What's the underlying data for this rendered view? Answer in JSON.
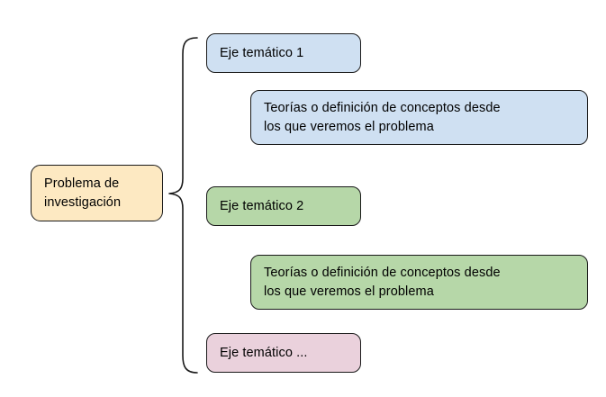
{
  "diagram": {
    "type": "bracket-tree",
    "background_color": "#ffffff",
    "root": {
      "label": "Problema de\ninvestigación",
      "fill_color": "#fde9c2",
      "stroke_color": "#1a1a1a"
    },
    "connector": {
      "style": "curly-brace",
      "stroke_color": "#1a1a1a"
    },
    "branches": [
      {
        "label": "Eje temático 1",
        "fill_color": "#cfe0f2",
        "stroke_color": "#1a1a1a",
        "description": {
          "label": "Teorías o definición de conceptos desde\nlos que veremos el problema",
          "fill_color": "#cfe0f2",
          "stroke_color": "#1a1a1a"
        }
      },
      {
        "label": "Eje temático 2",
        "fill_color": "#b6d7a8",
        "stroke_color": "#1a1a1a",
        "description": {
          "label": "Teorías o definición de conceptos desde\nlos que veremos el problema",
          "fill_color": "#b6d7a8",
          "stroke_color": "#1a1a1a"
        }
      },
      {
        "label": "Eje temático ...",
        "fill_color": "#ead1dc",
        "stroke_color": "#1a1a1a",
        "description": null
      }
    ]
  }
}
